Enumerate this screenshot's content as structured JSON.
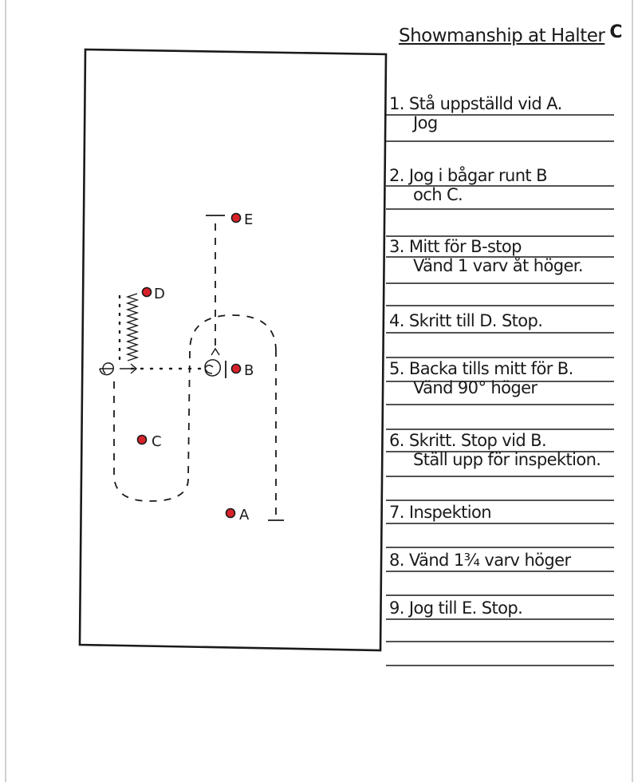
{
  "header": {
    "title": "Showmanship at Halter",
    "pattern_letter": "C"
  },
  "steps": [
    {
      "line1": "1. Stå uppställd vid A.",
      "line2": "Jog"
    },
    {
      "line1": "2. Jog i bågar runt B",
      "line2": "och C."
    },
    {
      "line1": "3. Mitt för B-stop",
      "line2": "Vänd 1 varv åt höger."
    },
    {
      "line1": "4. Skritt till D. Stop.",
      "line2": ""
    },
    {
      "line1": "5. Backa tills mitt för B.",
      "line2": "Vänd 90° höger"
    },
    {
      "line1": "6. Skritt. Stop vid B.",
      "line2": "Ställ upp för inspektion."
    },
    {
      "line1": "7. Inspektion",
      "line2": ""
    },
    {
      "line1": "8. Vänd 1¾ varv höger",
      "line2": ""
    },
    {
      "line1": "9. Jog till E. Stop.",
      "line2": ""
    }
  ],
  "markers": [
    {
      "label": "E"
    },
    {
      "label": "D"
    },
    {
      "label": "B"
    },
    {
      "label": "C"
    },
    {
      "label": "A"
    }
  ],
  "colors": {
    "marker_fill": "#d8222a",
    "ink": "#1a1a1a"
  }
}
